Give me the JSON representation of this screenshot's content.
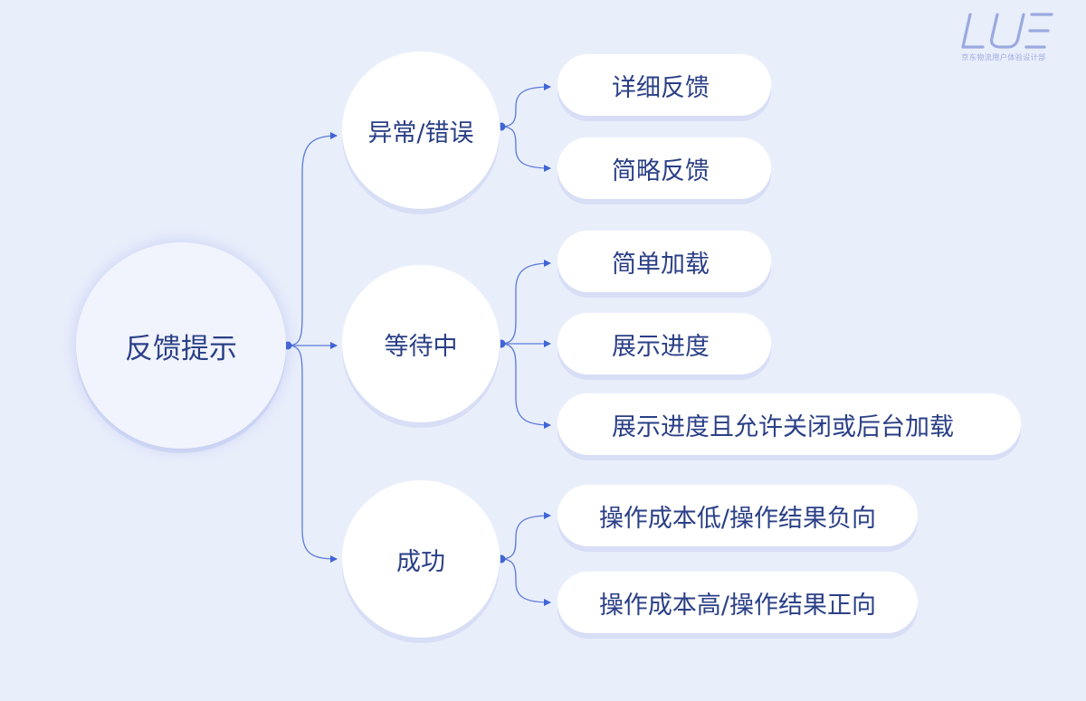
{
  "logo": {
    "mark": "LUE",
    "subtitle": "京东物流用户体验设计部"
  },
  "root": {
    "label": "反馈提示"
  },
  "branches": [
    {
      "label": "异常/错误",
      "children": [
        "详细反馈",
        "简略反馈"
      ]
    },
    {
      "label": "等待中",
      "children": [
        "简单加载",
        "展示进度",
        "展示进度且允许关闭或后台加载"
      ]
    },
    {
      "label": "成功",
      "children": [
        "操作成本低/操作结果负向",
        "操作成本高/操作结果正向"
      ]
    }
  ],
  "colors": {
    "background": "#e9eefb",
    "text": "#2a3f86",
    "line": "#3f64d6",
    "logo": "#9aaae0"
  }
}
